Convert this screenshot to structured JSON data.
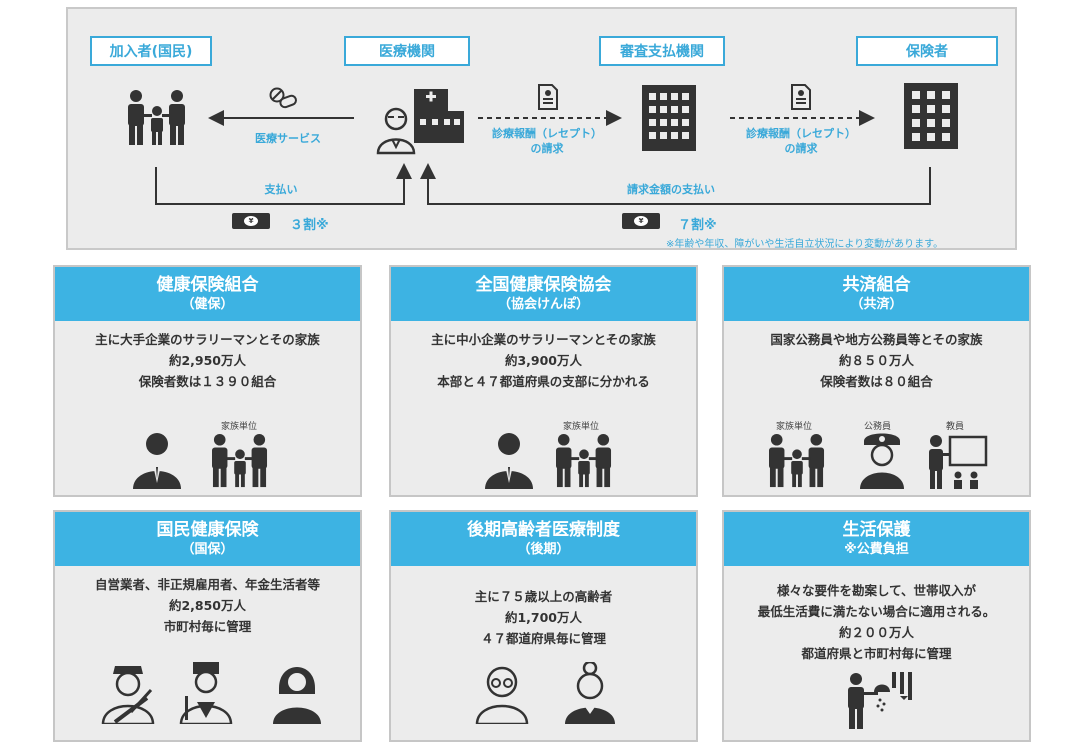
{
  "flow": {
    "nodes": {
      "insured": "加入者(国民)",
      "medical": "医療機関",
      "review": "審査支払機関",
      "insurer": "保険者"
    },
    "captions": {
      "medical_service": "医療サービス",
      "claim_line1": "診療報酬（レセプト）",
      "claim_line2": "の請求",
      "payment": "支払い",
      "billed_payment": "請求金額の支払い"
    },
    "shares": {
      "patient_share": "３割※",
      "insurer_share": "７割※"
    },
    "money_symbol": "¥",
    "footnote": "※年齢や年収、障がいや生活自立状況により変動があります。"
  },
  "cards": [
    {
      "title": "健康保険組合",
      "subtitle": "（健保）",
      "lines": [
        "主に大手企業のサラリーマンとその家族",
        "約2,950万人",
        "保険者数は１３９０組合"
      ],
      "icon_labels": [
        "家族単位"
      ]
    },
    {
      "title": "全国健康保険協会",
      "subtitle": "（協会けんぽ）",
      "lines": [
        "主に中小企業のサラリーマンとその家族",
        "約3,900万人",
        "本部と４７都道府県の支部に分かれる"
      ],
      "icon_labels": [
        "家族単位"
      ]
    },
    {
      "title": "共済組合",
      "subtitle": "（共済）",
      "lines": [
        "国家公務員や地方公務員等とその家族",
        "約８５０万人",
        "保険者数は８０組合"
      ],
      "icon_labels": [
        "家族単位",
        "公務員",
        "教員"
      ]
    },
    {
      "title": "国民健康保険",
      "subtitle": "（国保）",
      "lines": [
        "自営業者、非正規雇用者、年金生活者等",
        "約2,850万人",
        "市町村毎に管理"
      ],
      "icon_labels": []
    },
    {
      "title": "後期高齢者医療制度",
      "subtitle": "（後期）",
      "lines": [
        "主に７５歳以上の高齢者",
        "約1,700万人",
        "４７都道府県毎に管理"
      ],
      "icon_labels": []
    },
    {
      "title": "生活保護",
      "subtitle": "※公費負担",
      "lines": [
        "様々な要件を勘案して、世帯収入が",
        "最低生活費に満たない場合に適用される。",
        "約２００万人",
        "都道府県と市町村毎に管理"
      ],
      "icon_labels": []
    }
  ],
  "colors": {
    "accent": "#3db3e3",
    "icon": "#333333",
    "panel": "#ececec"
  }
}
